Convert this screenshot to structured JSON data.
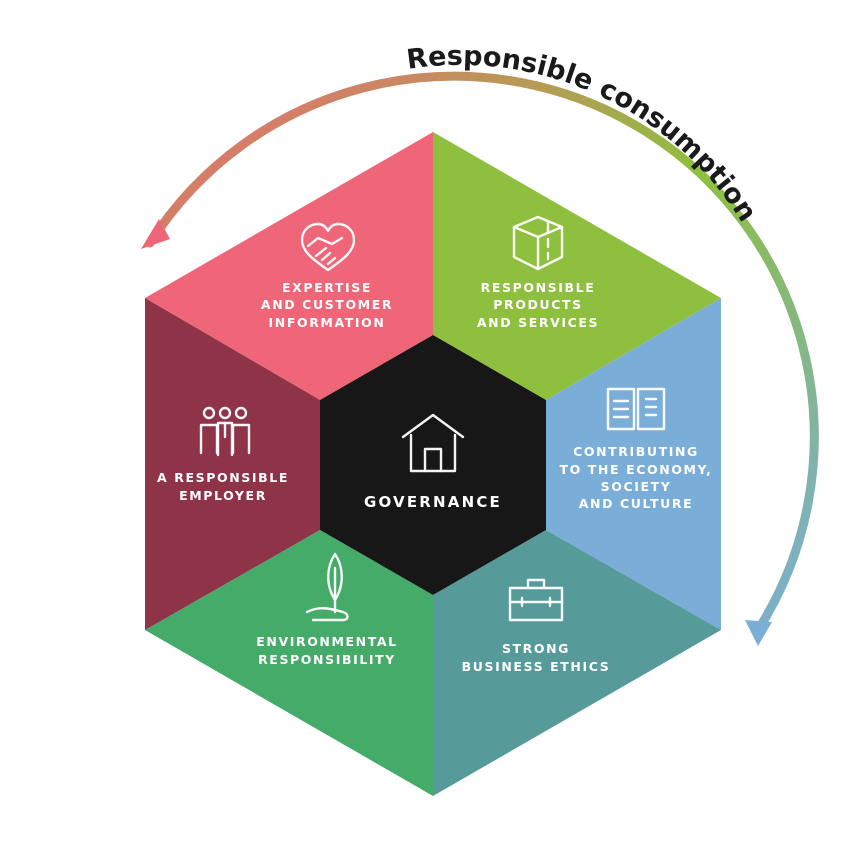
{
  "arc": {
    "title": "Responsible consumption",
    "gradient_start": "#ee6677",
    "gradient_mid": "#8fbf3f",
    "gradient_end": "#7aaed8"
  },
  "center": {
    "label": "GOVERNANCE",
    "color": "#171717",
    "icon": "house-icon"
  },
  "segments": [
    {
      "id": "expertise",
      "lines": [
        "EXPERTISE",
        "AND CUSTOMER",
        "INFORMATION"
      ],
      "color": "#ee6677",
      "icon": "heart-handshake-icon"
    },
    {
      "id": "products",
      "lines": [
        "RESPONSIBLE",
        "PRODUCTS",
        "AND SERVICES"
      ],
      "color": "#8fbf3f",
      "icon": "box-icon"
    },
    {
      "id": "economy",
      "lines": [
        "CONTRIBUTING",
        "TO THE ECONOMY,",
        "SOCIETY",
        "AND CULTURE"
      ],
      "color": "#7aaed8",
      "icon": "book-icon"
    },
    {
      "id": "ethics",
      "lines": [
        "STRONG",
        "BUSINESS ETHICS"
      ],
      "color": "#579a9a",
      "icon": "briefcase-icon"
    },
    {
      "id": "environment",
      "lines": [
        "ENVIRONMENTAL",
        "RESPONSIBILITY"
      ],
      "color": "#45ab69",
      "icon": "leaf-hand-icon"
    },
    {
      "id": "employer",
      "lines": [
        "A RESPONSIBLE",
        "EMPLOYER"
      ],
      "color": "#8e3348",
      "icon": "people-icon"
    }
  ]
}
